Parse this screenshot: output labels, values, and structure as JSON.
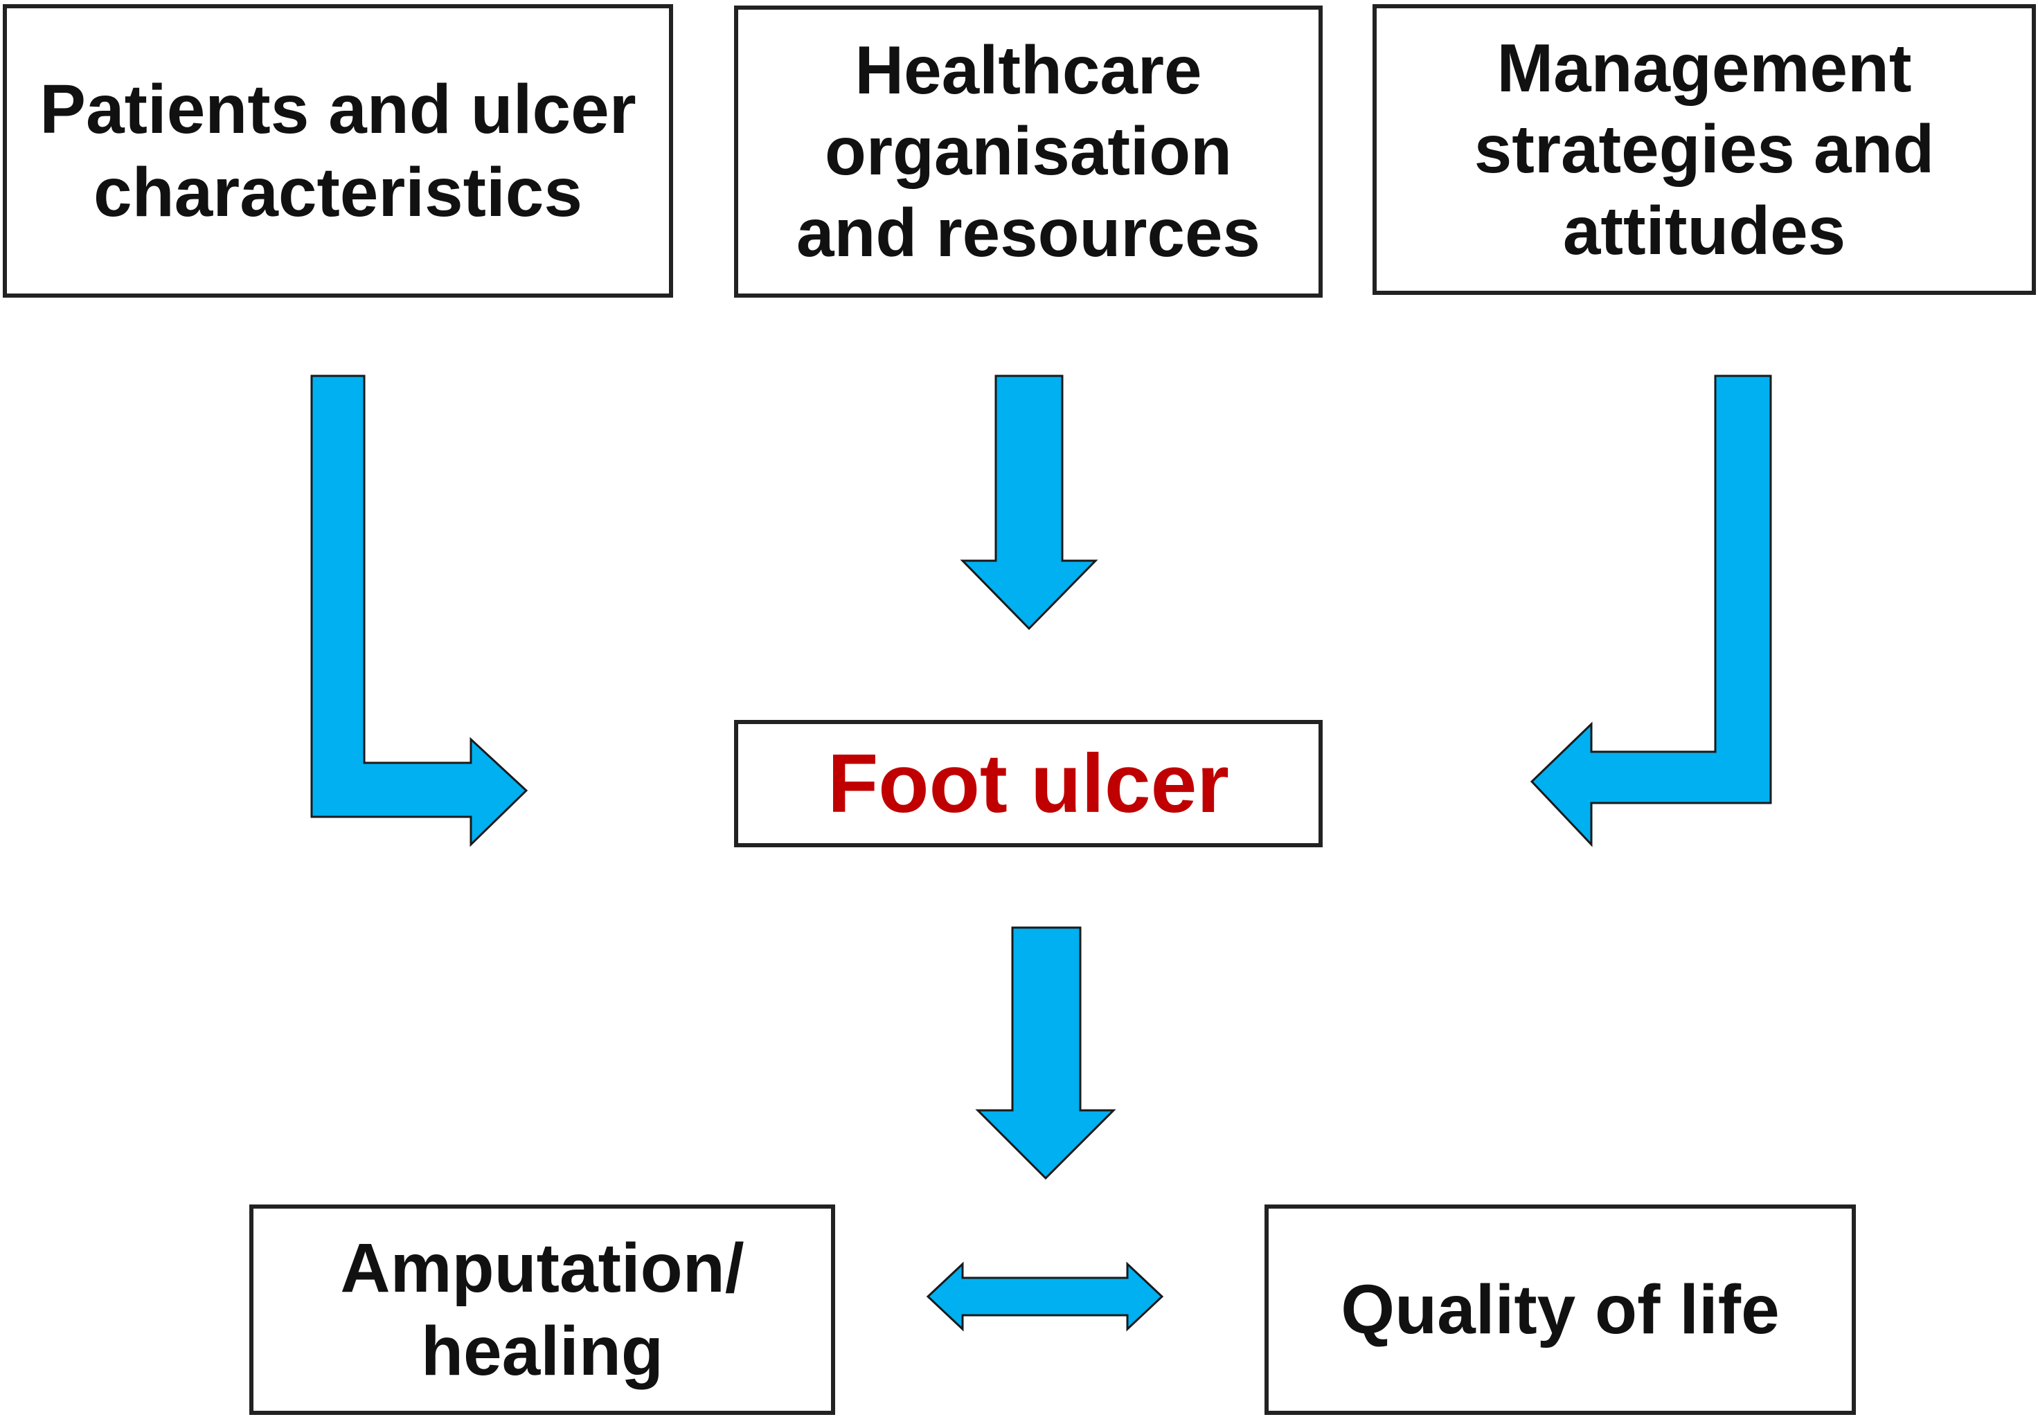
{
  "diagram": {
    "nodes": {
      "patients": "Patients and ulcer\ncharacteristics",
      "healthcare": "Healthcare\norganisation\nand resources",
      "management": "Management\nstrategies and\nattitudes",
      "foot_ulcer": "Foot ulcer",
      "amputation": "Amputation/\nhealing",
      "quality_of_life": "Quality of life"
    },
    "edges": [
      {
        "from": "patients",
        "to": "foot_ulcer",
        "direction": "one-way"
      },
      {
        "from": "healthcare",
        "to": "foot_ulcer",
        "direction": "one-way"
      },
      {
        "from": "management",
        "to": "foot_ulcer",
        "direction": "one-way"
      },
      {
        "from": "foot_ulcer",
        "to": "amputation/quality_of_life",
        "direction": "one-way"
      },
      {
        "from": "amputation",
        "to": "quality_of_life",
        "direction": "two-way"
      }
    ],
    "colors": {
      "arrow_fill": "#00b0f0",
      "foot_ulcer_text": "#c00000",
      "box_border": "#222222",
      "text": "#111111"
    }
  }
}
